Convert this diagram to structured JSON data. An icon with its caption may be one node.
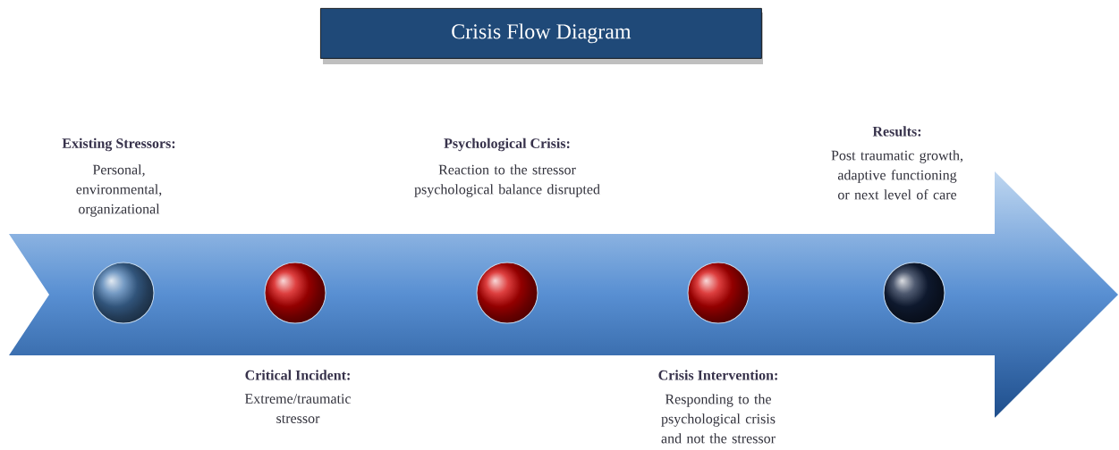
{
  "diagram": {
    "title": "Crisis Flow Diagram",
    "nodes": [
      {
        "text": [],
        "shape": "circle",
        "beside": [
          "Existing Stressors:",
          "Personal, environmental, organizational"
        ]
      },
      {
        "text": [],
        "shape": "circle",
        "beside": [
          "Critical Incident:",
          "Extreme/traumatic stressor"
        ]
      },
      {
        "text": [],
        "shape": "circle",
        "beside": [
          "Psychological Crisis:",
          "Reaction to the stressor psychological balance disrupted"
        ]
      },
      {
        "text": [],
        "shape": "circle",
        "beside": [
          "Crisis Intervention:",
          "Responding to the psychological crisis and not the stressor"
        ]
      },
      {
        "text": [],
        "shape": "circle",
        "beside": [
          "Results:",
          "Post traumatic growth, adaptive functioning or next level of care"
        ]
      }
    ]
  }
}
